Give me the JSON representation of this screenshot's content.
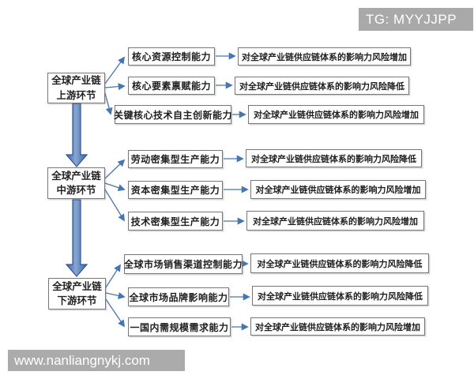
{
  "badge": {
    "label": "TG: MYYJJPP"
  },
  "watermark": {
    "label": "www.nanliangnykj.com"
  },
  "colors": {
    "connector_arrow": "#4576b2",
    "flow_arrow_fill": "#4f79b5",
    "flow_arrow_edge": "#2f5494",
    "box_border": "#777777",
    "badge_bg": "#a9a9a9"
  },
  "diagram": {
    "sections": [
      {
        "id": "upstream",
        "stage": "全球产业链\n上游环节",
        "rows": [
          {
            "capability": "核心资源控制能力",
            "outcome": "对全球产业链供应链体系的影响力风险增加"
          },
          {
            "capability": "核心要素禀赋能力",
            "outcome": "对全球产业链供应链体系的影响力风险降低"
          },
          {
            "capability": "关键核心技术自主创新能力",
            "outcome": "对全球产业链供应链体系的影响力风险增加"
          }
        ]
      },
      {
        "id": "midstream",
        "stage": "全球产业链\n中游环节",
        "rows": [
          {
            "capability": "劳动密集型生产能力",
            "outcome": "对全球产业链供应链体系的影响力风险降低"
          },
          {
            "capability": "资本密集型生产能力",
            "outcome": "对全球产业链供应链体系的影响力风险增加"
          },
          {
            "capability": "技术密集型生产能力",
            "outcome": "对全球产业链供应链体系的影响力风险增加"
          }
        ]
      },
      {
        "id": "downstream",
        "stage": "全球产业链\n下游环节",
        "rows": [
          {
            "capability": "全球市场销售渠道控制能力",
            "outcome": "对全球产业链供应链体系的影响力风险降低"
          },
          {
            "capability": "全球市场品牌影响能力",
            "outcome": "对全球产业链供应链体系的影响力风险降低"
          },
          {
            "capability": "一国内需规模需求能力",
            "outcome": "对全球产业链供应链体系的影响力风险增加"
          }
        ]
      }
    ]
  }
}
